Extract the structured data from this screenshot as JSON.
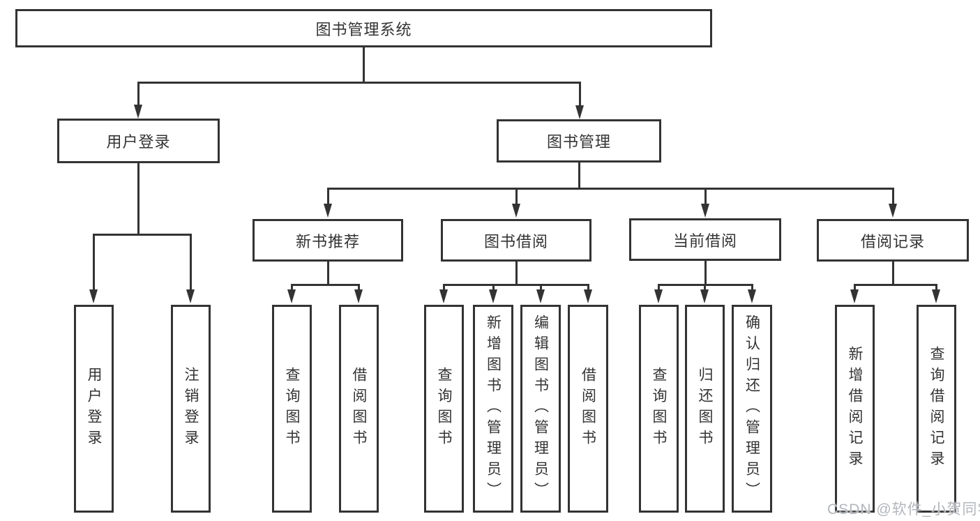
{
  "diagram": {
    "tree": {
      "label": "图书管理系统",
      "children": [
        {
          "label": "用户登录",
          "children": [
            {
              "label": "用户登录"
            },
            {
              "label": "注销登录"
            }
          ]
        },
        {
          "label": "图书管理",
          "children": [
            {
              "label": "新书推荐",
              "children": [
                {
                  "label": "查询图书"
                },
                {
                  "label": "借阅图书"
                }
              ]
            },
            {
              "label": "图书借阅",
              "children": [
                {
                  "label": "查询图书"
                },
                {
                  "label": "新增图书（管理员）"
                },
                {
                  "label": "编辑图书（管理员）"
                },
                {
                  "label": "借阅图书"
                }
              ]
            },
            {
              "label": "当前借阅",
              "children": [
                {
                  "label": "查询图书"
                },
                {
                  "label": "归还图书"
                },
                {
                  "label": "确认归还（管理员）"
                }
              ]
            },
            {
              "label": "借阅记录",
              "children": [
                {
                  "label": "新增借阅记录"
                },
                {
                  "label": "查询借阅记录"
                }
              ]
            }
          ]
        }
      ]
    },
    "colors": {
      "line": "#333333",
      "text": "#333333",
      "background": "#ffffff",
      "watermark": "#b2b6bb"
    }
  },
  "watermark": {
    "text": "CSDN @软件_小贺同学"
  }
}
